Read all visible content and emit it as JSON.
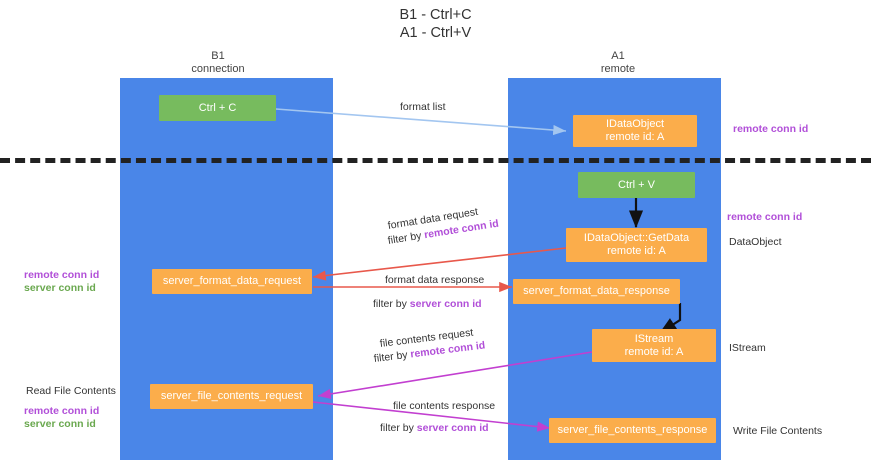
{
  "diagram": {
    "title_line1": "B1 - Ctrl+C",
    "title_line2": "A1 - Ctrl+V",
    "columns": [
      {
        "name": "B1",
        "role": "connection"
      },
      {
        "name": "A1",
        "role": "remote"
      }
    ],
    "colors": {
      "lane": "#4a86e8",
      "green_node": "#77bb5e",
      "orange_node": "#fbad4b",
      "conn_id_purple": "#b14fd8",
      "server_id_green": "#6aa84f",
      "arrow_blue": "#a3c6f0",
      "arrow_red": "#e8584b",
      "arrow_magenta": "#c23fd0",
      "arrow_black": "#111111",
      "divider": "#222222"
    },
    "nodes": {
      "ctrl_c": {
        "line1": "Ctrl + C"
      },
      "idataobject": {
        "line1": "IDataObject",
        "line2": "remote id: A"
      },
      "ctrl_v": {
        "line1": "Ctrl + V"
      },
      "getdata": {
        "line1": "IDataObject::GetData",
        "line2": "remote id: A"
      },
      "server_format_data_request": {
        "line1": "server_format_data_request"
      },
      "server_format_data_response": {
        "line1": "server_format_data_response"
      },
      "istream": {
        "line1": "IStream",
        "line2": "remote id: A"
      },
      "server_file_contents_request": {
        "line1": "server_file_contents_request"
      },
      "server_file_contents_response": {
        "line1": "server_file_contents_response"
      }
    },
    "edge_labels": {
      "format_list": "format list",
      "format_data_request": "format data request",
      "format_data_request_filter_prefix": "filter by ",
      "format_data_request_filter_key": "remote conn id",
      "format_data_response": "format data response",
      "format_data_response_filter_prefix": "filter by ",
      "format_data_response_filter_key": "server conn id",
      "file_contents_request": "file contents request",
      "file_contents_request_filter_prefix": "filter by ",
      "file_contents_request_filter_key": "remote conn id",
      "file_contents_response": "file contents response",
      "file_contents_response_filter_prefix": "filter by ",
      "file_contents_response_filter_key": "server conn id"
    },
    "annotations": {
      "right_remote_conn_id_top": "remote conn id",
      "right_remote_conn_id_mid": "remote conn id",
      "right_dataobject": "DataObject",
      "right_istream": "IStream",
      "right_write_file_contents": "Write File Contents",
      "left_remote_conn_id": "remote conn id",
      "left_server_conn_id": "server conn id",
      "left_read_file_contents": "Read File Contents",
      "left_remote_conn_id_2": "remote conn id",
      "left_server_conn_id_2": "server conn id"
    }
  }
}
